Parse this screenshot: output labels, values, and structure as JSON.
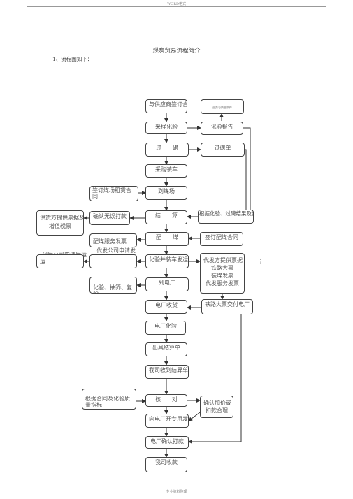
{
  "header": {
    "text": "WORD格式"
  },
  "footer": {
    "text": "专业资料整理"
  },
  "title": "煤炭贸易流程简介",
  "subtitle": "1、流程图如下：",
  "main_flow": [
    "与供应商签订合同",
    "采样化验",
    "过　　磅",
    "采购装车",
    "到煤场",
    "结　　算",
    "配　　煤",
    "化验并装车发运",
    "到电厂",
    "电厂收货",
    "电厂化验",
    "出具结算单",
    "我司收到结算单",
    "核　　对",
    "向电厂开专用发票",
    "电厂确认打款",
    "我司收款"
  ],
  "right_boxes": {
    "cooperation": "业务与质量条件",
    "assay_report": "化验报告",
    "weigh_bill": "过磅单",
    "settle_docs": "根据化验、过磅结果及合同",
    "blend_contract": "签订配煤合同",
    "agent_services": [
      "代发方提供票据",
      "铁路大票",
      "装煤发票",
      "代发服务发票"
    ],
    "rail_ticket": "铁路大票交付电厂",
    "confirm_price": [
      "确认加价或",
      "扣款合理"
    ]
  },
  "left_boxes": {
    "yard_rent": "签订煤场租赁合同",
    "supplier_invoice": [
      "供货方提供票据及",
      "增值税票"
    ],
    "confirm_pay": "确认无误打款",
    "blend_invoice": "配煤服务发票",
    "agent_apply_label": "代发公司申请发",
    "agent_apply_small": "代发公司申请发运",
    "yun": "运",
    "assay_note": "化验、抽筛、复",
    "assay_note2": "验",
    "contract_assay": "根据合同及化验质量指标"
  },
  "semicolon": "；"
}
